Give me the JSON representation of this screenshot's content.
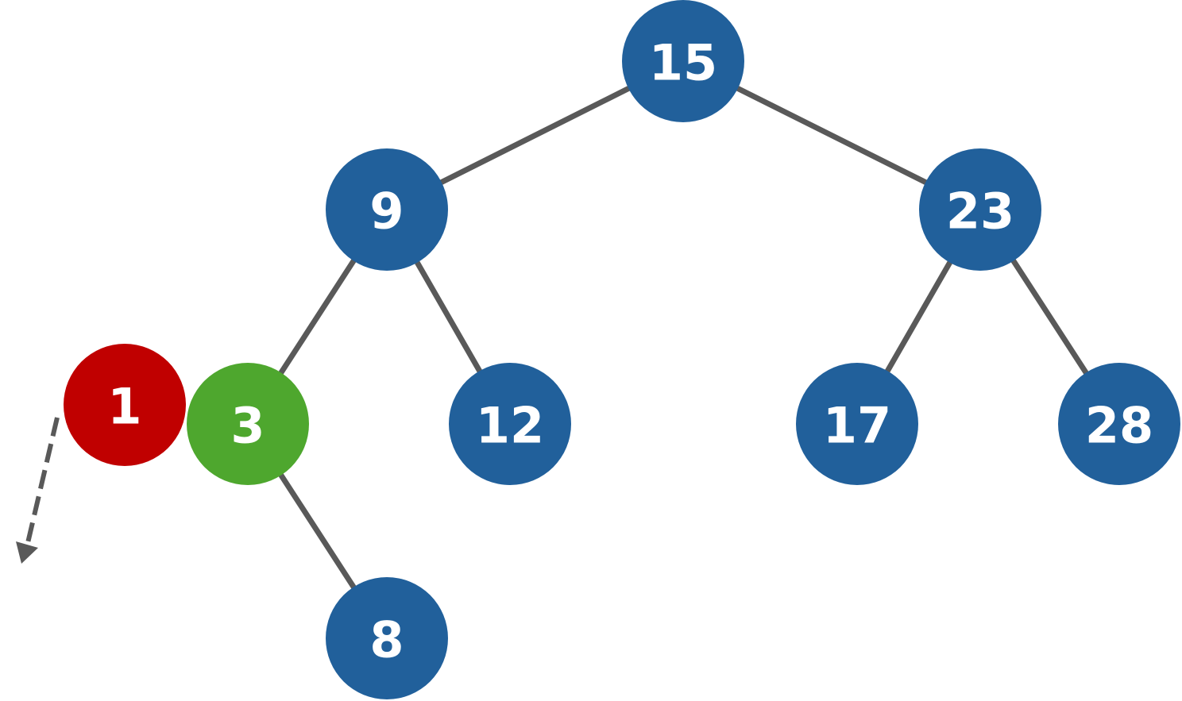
{
  "colors": {
    "default_node": "#21609B",
    "removed_node": "#C00000",
    "successor_node": "#4EA72E",
    "edge": "#595959",
    "label": "#FFFFFF"
  },
  "nodes": [
    {
      "id": "n15",
      "label": "15",
      "state": "default"
    },
    {
      "id": "n9",
      "label": "9",
      "state": "default"
    },
    {
      "id": "n23",
      "label": "23",
      "state": "default"
    },
    {
      "id": "n1",
      "label": "1",
      "state": "removed"
    },
    {
      "id": "n3",
      "label": "3",
      "state": "successor"
    },
    {
      "id": "n12",
      "label": "12",
      "state": "default"
    },
    {
      "id": "n17",
      "label": "17",
      "state": "default"
    },
    {
      "id": "n28",
      "label": "28",
      "state": "default"
    },
    {
      "id": "n8",
      "label": "8",
      "state": "default"
    }
  ],
  "edges": [
    {
      "from": "n15",
      "to": "n9"
    },
    {
      "from": "n15",
      "to": "n23"
    },
    {
      "from": "n9",
      "to": "n3"
    },
    {
      "from": "n9",
      "to": "n12"
    },
    {
      "from": "n23",
      "to": "n17"
    },
    {
      "from": "n23",
      "to": "n28"
    },
    {
      "from": "n3",
      "to": "n8"
    }
  ],
  "removal_arrow": {
    "from": "n1",
    "style": "dashed",
    "icon": "dashed-arrow-icon"
  }
}
